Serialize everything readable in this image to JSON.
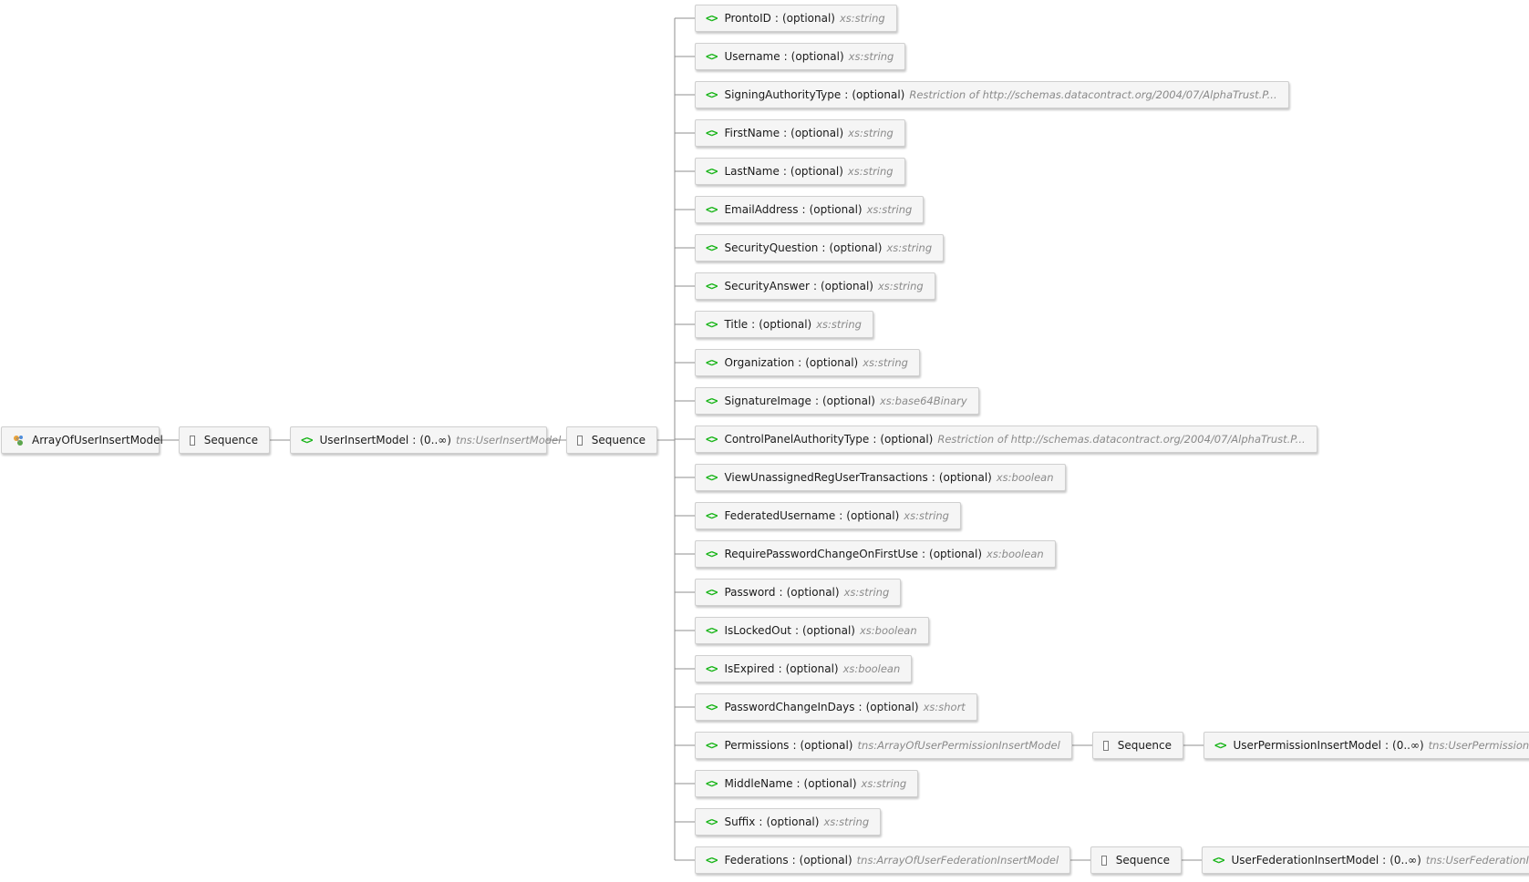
{
  "root": {
    "name": "ArrayOfUserInsertModel",
    "icon": "complex-type-icon"
  },
  "sequence_label": "Sequence",
  "model": {
    "name": "UserInsertModel",
    "occurs": "(0..∞)",
    "type": "tns:UserInsertModel",
    "icon": "element-icon"
  },
  "elements": [
    {
      "name": "ProntoID",
      "occurs": "(optional)",
      "type": "xs:string"
    },
    {
      "name": "Username",
      "occurs": "(optional)",
      "type": "xs:string"
    },
    {
      "name": "SigningAuthorityType",
      "occurs": "(optional)",
      "type": "Restriction of http://schemas.datacontract.org/2004/07/AlphaTrust.P..."
    },
    {
      "name": "FirstName",
      "occurs": "(optional)",
      "type": "xs:string"
    },
    {
      "name": "LastName",
      "occurs": "(optional)",
      "type": "xs:string"
    },
    {
      "name": "EmailAddress",
      "occurs": "(optional)",
      "type": "xs:string"
    },
    {
      "name": "SecurityQuestion",
      "occurs": "(optional)",
      "type": "xs:string"
    },
    {
      "name": "SecurityAnswer",
      "occurs": "(optional)",
      "type": "xs:string"
    },
    {
      "name": "Title",
      "occurs": "(optional)",
      "type": "xs:string"
    },
    {
      "name": "Organization",
      "occurs": "(optional)",
      "type": "xs:string"
    },
    {
      "name": "SignatureImage",
      "occurs": "(optional)",
      "type": "xs:base64Binary"
    },
    {
      "name": "ControlPanelAuthorityType",
      "occurs": "(optional)",
      "type": "Restriction of http://schemas.datacontract.org/2004/07/AlphaTrust.P..."
    },
    {
      "name": "ViewUnassignedRegUserTransactions",
      "occurs": "(optional)",
      "type": "xs:boolean"
    },
    {
      "name": "FederatedUsername",
      "occurs": "(optional)",
      "type": "xs:string"
    },
    {
      "name": "RequirePasswordChangeOnFirstUse",
      "occurs": "(optional)",
      "type": "xs:boolean"
    },
    {
      "name": "Password",
      "occurs": "(optional)",
      "type": "xs:string"
    },
    {
      "name": "IsLockedOut",
      "occurs": "(optional)",
      "type": "xs:boolean"
    },
    {
      "name": "IsExpired",
      "occurs": "(optional)",
      "type": "xs:boolean"
    },
    {
      "name": "PasswordChangeInDays",
      "occurs": "(optional)",
      "type": "xs:short"
    },
    {
      "name": "Permissions",
      "occurs": "(optional)",
      "type": "tns:ArrayOfUserPermissionInsertModel",
      "child": {
        "name": "UserPermissionInsertModel",
        "occurs": "(0..∞)",
        "type": "tns:UserPermissionInsertModel"
      }
    },
    {
      "name": "MiddleName",
      "occurs": "(optional)",
      "type": "xs:string"
    },
    {
      "name": "Suffix",
      "occurs": "(optional)",
      "type": "xs:string"
    },
    {
      "name": "Federations",
      "occurs": "(optional)",
      "type": "tns:ArrayOfUserFederationInsertModel",
      "child": {
        "name": "UserFederationInsertModel",
        "occurs": "(0..∞)",
        "type": "tns:UserFederationInsertModel"
      }
    }
  ],
  "colors": {
    "element_icon": "#13b313",
    "type_text": "#8a8a8a",
    "connector": "#8f8f8f",
    "node_bg": "#f5f5f5"
  }
}
